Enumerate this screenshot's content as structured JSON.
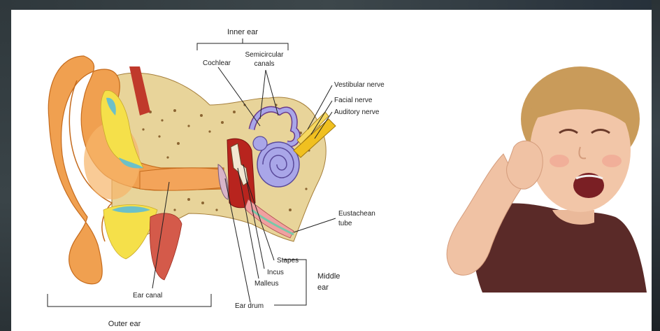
{
  "diagram": {
    "inner_ear": "Inner ear",
    "cochlear": "Cochlear",
    "semicircular_1": "Semicircular",
    "semicircular_2": "canals",
    "vestibular_nerve": "Vestibular nerve",
    "facial_nerve": "Facial  nerve",
    "auditory_nerve": "Auditory nerve",
    "eustachean_1": "Eustachean",
    "eustachean_2": "tube",
    "stapes": "Stapes",
    "incus": "Incus",
    "malleus": "Malleus",
    "middle_1": "Middle",
    "middle_2": "ear",
    "ear_canal": "Ear canal",
    "ear_drum": "Ear drum",
    "outer_ear": "Outer ear"
  },
  "colors": {
    "skin": "#f0a050",
    "bone": "#e8d49a",
    "cochlea": "#a9a6e8",
    "nerve": "#f0c020",
    "muscle": "#c0392b",
    "fat": "#f5e04a",
    "shirt": "#5a2a28"
  },
  "icons": {
    "photo": "crying-toddler-holding-ear"
  }
}
